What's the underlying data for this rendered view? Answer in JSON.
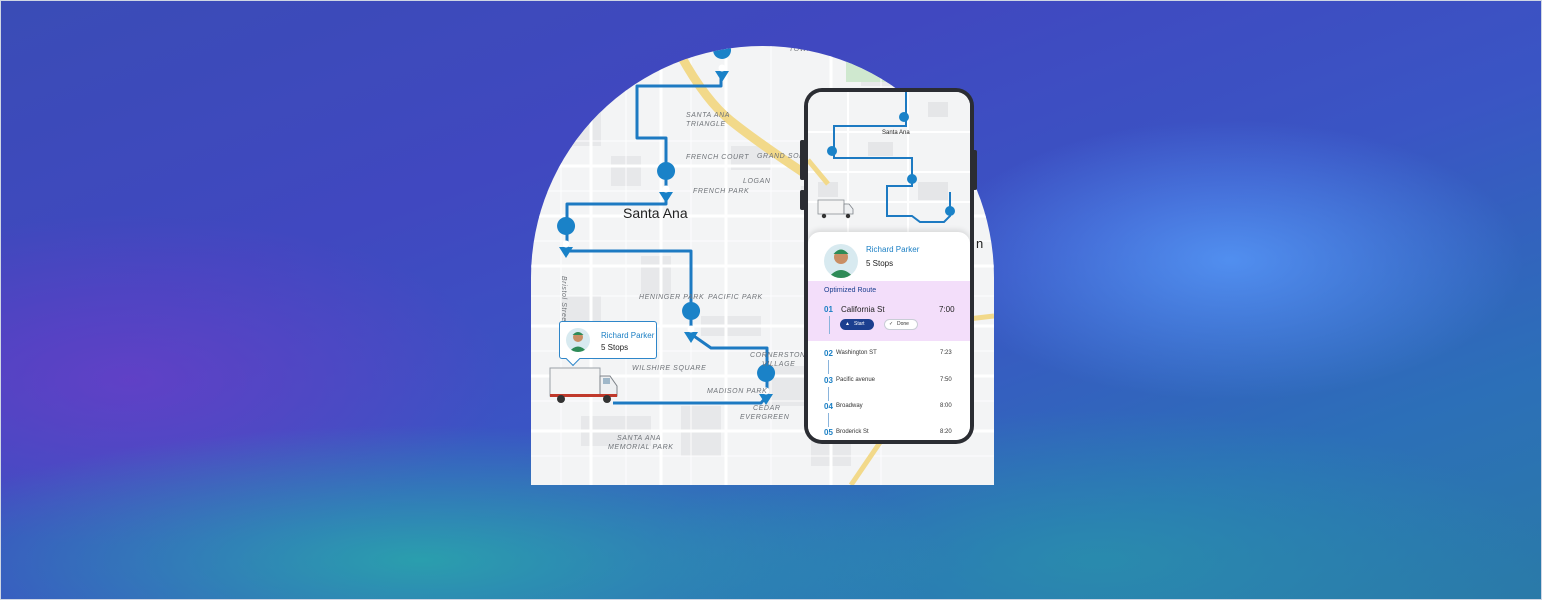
{
  "map": {
    "city_label": "Santa Ana",
    "labels": [
      "TOWNE",
      "SANTA ANA",
      "TRIANGLE",
      "FRENCH COURT",
      "GRAND SONR",
      "LOGAN",
      "FRENCH PARK",
      "Bristol Street",
      "HENINGER PARK",
      "PACIFIC PARK",
      "CORNERSTONE",
      "VILLAGE",
      "WILSHIRE SQUARE",
      "MADISON PARK",
      "CEDAR",
      "EVERGREEN",
      "SANTA ANA",
      "MEMORIAL PARK"
    ]
  },
  "driver": {
    "name": "Richard Parker",
    "stops": "5 Stops"
  },
  "phone": {
    "map_city_label": "Santa Ana",
    "card_name": "Richard Parker",
    "card_stops": "5 Stops",
    "edge_label": "n",
    "route_title": "Optimized Route",
    "current_stop": {
      "num": "01",
      "street": "California St",
      "time": "7:00",
      "start_label": "Start",
      "done_label": "Done"
    },
    "stops": [
      {
        "num": "02",
        "street": "Washington ST",
        "time": "7:23"
      },
      {
        "num": "03",
        "street": "Pacific avenue",
        "time": "7:50"
      },
      {
        "num": "04",
        "street": "Broadway",
        "time": "8:00"
      },
      {
        "num": "05",
        "street": "Broderick St",
        "time": "8:20"
      }
    ]
  },
  "colors": {
    "route": "#1d7ac2",
    "pin": "#1a82c8",
    "highway": "#f2d98a",
    "highlight": "#f3defa",
    "accent": "#1b3f8f"
  }
}
